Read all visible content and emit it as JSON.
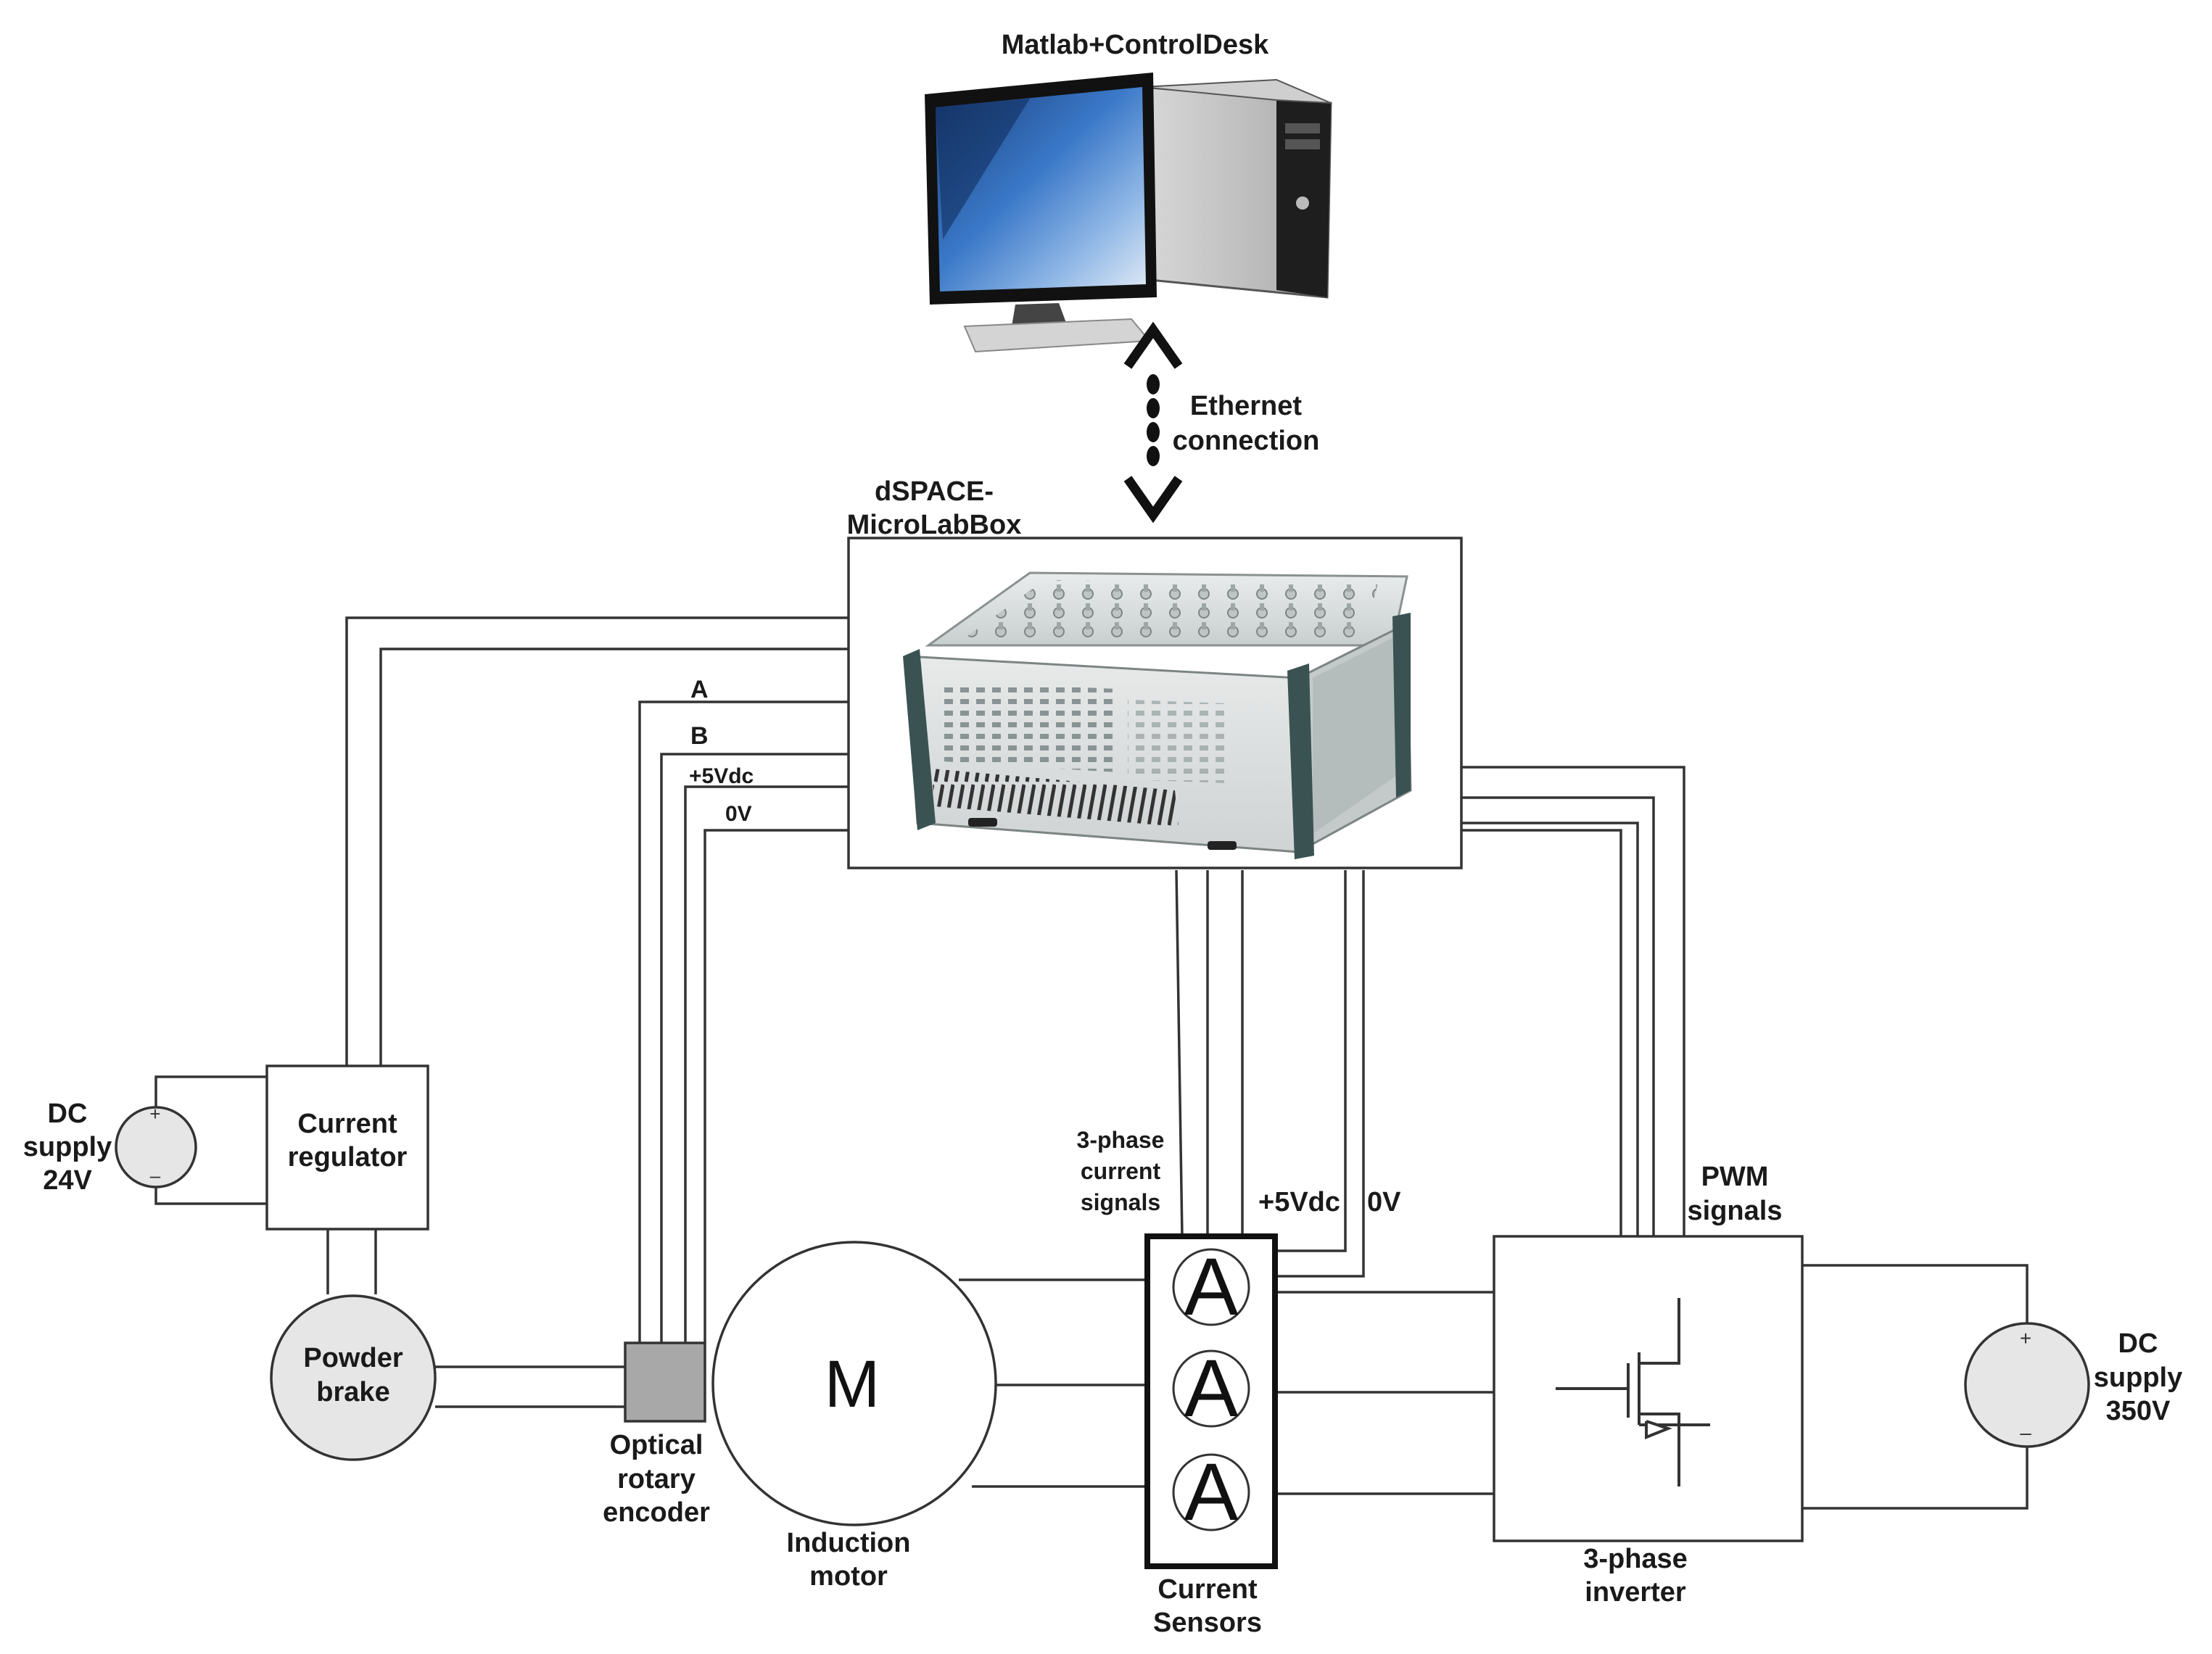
{
  "labels": {
    "computer": "Matlab+ControlDesk",
    "ethernet_1": "Ethernet",
    "ethernet_2": "connection",
    "dspace_1": "dSPACE-",
    "dspace_2": "MicroLabBox",
    "sig_a": "A",
    "sig_b": "B",
    "sig_5v": "+5Vdc",
    "sig_0v": "0V",
    "dc24_1": "DC",
    "dc24_2": "supply",
    "dc24_3": "24V",
    "regulator_1": "Current",
    "regulator_2": "regulator",
    "brake_1": "Powder",
    "brake_2": "brake",
    "encoder_1": "Optical",
    "encoder_2": "rotary",
    "encoder_3": "encoder",
    "motor_symbol": "M",
    "motor_1": "Induction",
    "motor_2": "motor",
    "cs_signals_1": "3-phase",
    "cs_signals_2": "current",
    "cs_signals_3": "signals",
    "cs_5v": "+5Vdc",
    "cs_0v": "0V",
    "ammeter_symbol": "A",
    "sensors_1": "Current",
    "sensors_2": "Sensors",
    "pwm_1": "PWM",
    "pwm_2": "signals",
    "inverter_1": "3-phase",
    "inverter_2": "inverter",
    "dc350_1": "DC",
    "dc350_2": "supply",
    "dc350_3": "350V",
    "plus": "+",
    "minus": "–"
  },
  "colors": {
    "wire": "#333333",
    "component_fill": "#e6e6e6",
    "encoder_fill": "#a8a8a8",
    "monitor_screen": "#3a78c8"
  },
  "icons": {
    "computer": "desktop-computer-icon",
    "dspace": "dspace-microlabbox-hardware-icon",
    "transistor": "igbt-transistor-icon",
    "ethernet": "double-dotted-arrow-icon"
  }
}
